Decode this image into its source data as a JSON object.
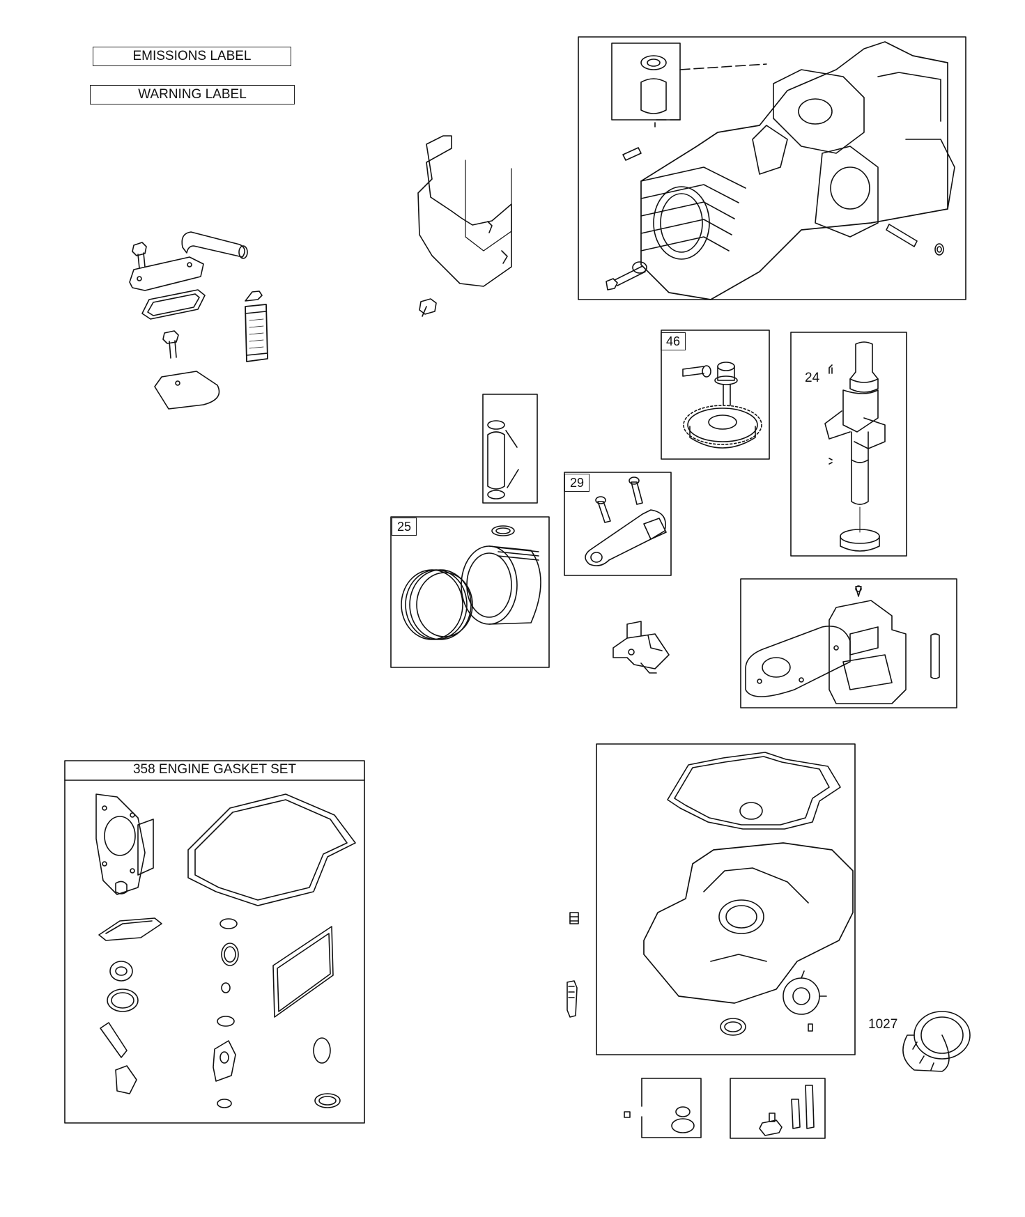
{
  "labels": {
    "emissions": "EMISSIONS LABEL",
    "warning": "WARNING LABEL"
  },
  "kits": {
    "gasket_set": "358 ENGINE GASKET SET"
  },
  "callouts": {
    "camshaft": "46",
    "crankshaft": "24",
    "connecting_rod": "29",
    "piston": "25",
    "oil_filter": "1027"
  }
}
